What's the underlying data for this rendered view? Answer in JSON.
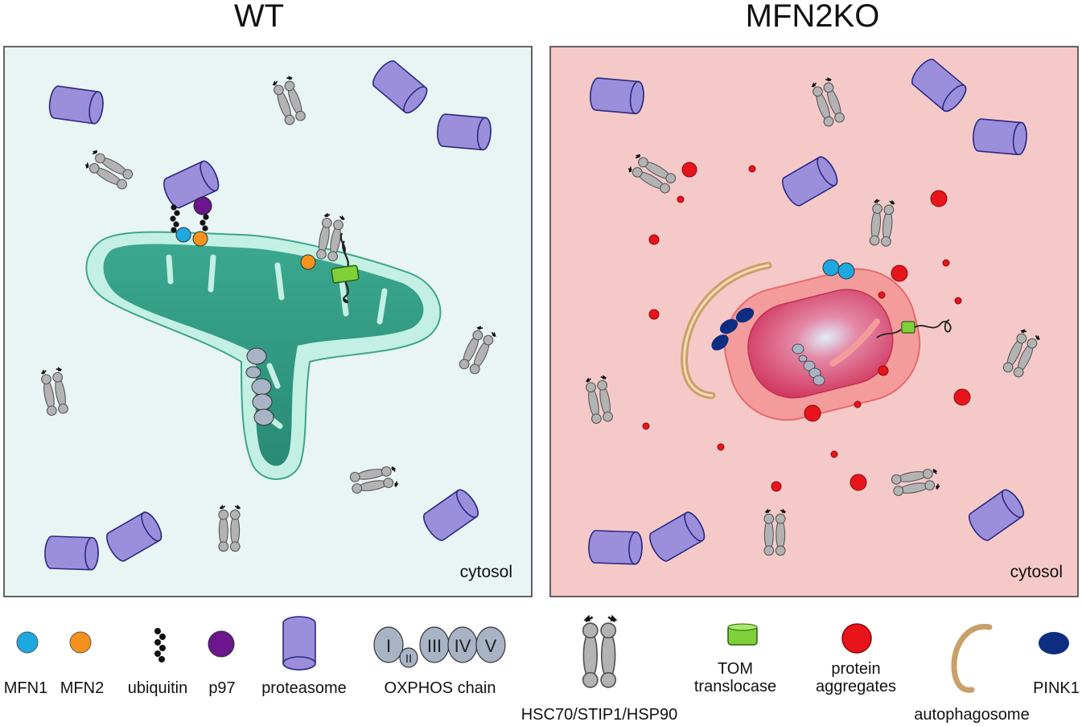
{
  "panels": {
    "left_title": "WT",
    "right_title": "MFN2KO",
    "left_region_label": "cytosol",
    "right_region_label": "cytosol",
    "left_bg": "#e9f4f4",
    "right_bg": "#f6c9c9"
  },
  "oxphos": {
    "complexes": [
      "I",
      "II",
      "III",
      "IV",
      "V"
    ]
  },
  "legend": {
    "mfn1": "MFN1",
    "mfn2": "MFN2",
    "ubiquitin": "ubiquitin",
    "p97": "p97",
    "proteasome": "proteasome",
    "oxphos": "OXPHOS chain",
    "chaperone": "HSC70/STIP1/HSP90",
    "tom_line1": "TOM",
    "tom_line2": "translocase",
    "aggregates_line1": "protein",
    "aggregates_line2": "aggregates",
    "autophagosome": "autophagosome",
    "pink1": "PINK1"
  },
  "colors": {
    "mfn1": "#1ea8e0",
    "mfn2": "#f5921e",
    "p97": "#6b168c",
    "proteasome": "#9b8fdc",
    "tom": "#7ed13a",
    "aggregate": "#e8141b",
    "pink1": "#0d2c82",
    "autophagosome": "#c9a06a",
    "chaperone": "#b3b3b3",
    "oxphos": "#a9b3c6",
    "mito_outer": "#bfeee0",
    "mito_inner": "#2f9a83",
    "mito_red_outer": "#f08a8a",
    "mito_red_inner": "#d94a6a"
  }
}
